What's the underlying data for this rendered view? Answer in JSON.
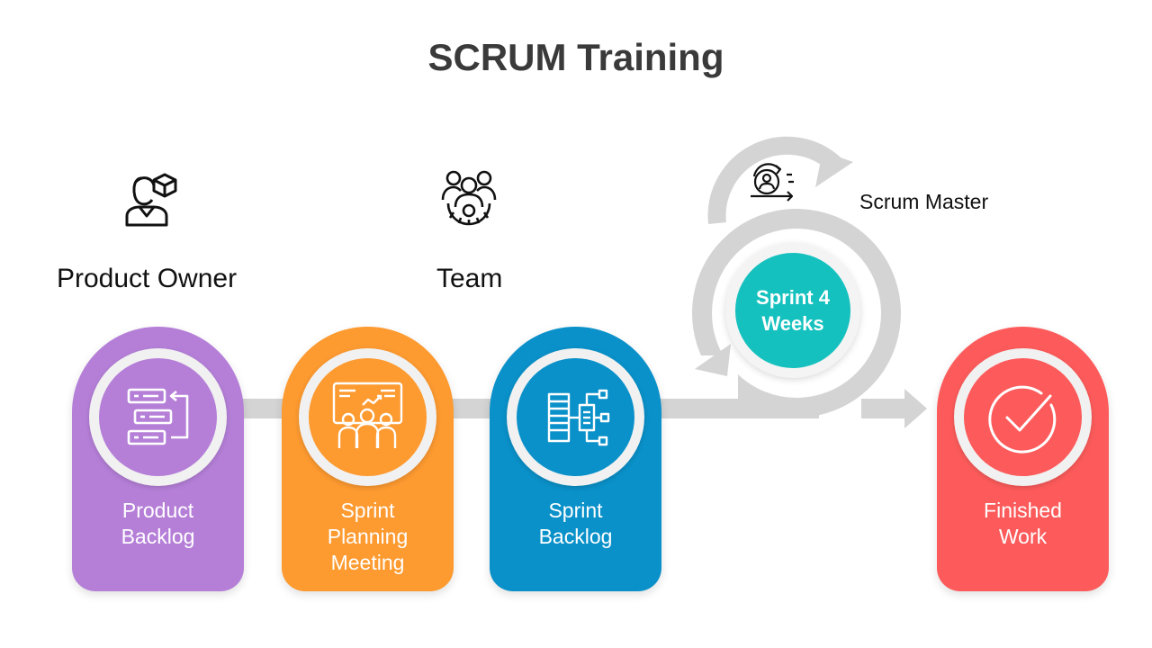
{
  "title": "SCRUM Training",
  "roles": {
    "product_owner": {
      "label": "Product Owner",
      "icon": "product-owner-icon"
    },
    "team": {
      "label": "Team",
      "icon": "team-icon"
    },
    "scrum_master": {
      "label": "Scrum Master",
      "icon": "scrum-master-icon"
    }
  },
  "sprint": {
    "line1": "Sprint 4",
    "line2": "Weeks",
    "color": "#15c1be"
  },
  "stages": [
    {
      "lines": [
        "Product",
        "Backlog"
      ],
      "color": "#b57fd8",
      "icon": "backlog-icon"
    },
    {
      "lines": [
        "Sprint",
        "Planning",
        "Meeting"
      ],
      "color": "#fd9a30",
      "icon": "planning-meeting-icon"
    },
    {
      "lines": [
        "Sprint",
        "Backlog"
      ],
      "color": "#0a91c9",
      "icon": "sprint-backlog-icon"
    },
    {
      "lines": [
        "Finished",
        "Work"
      ],
      "color": "#fd5b5b",
      "icon": "checkmark-icon"
    }
  ],
  "connector_color": "#d4d4d4"
}
